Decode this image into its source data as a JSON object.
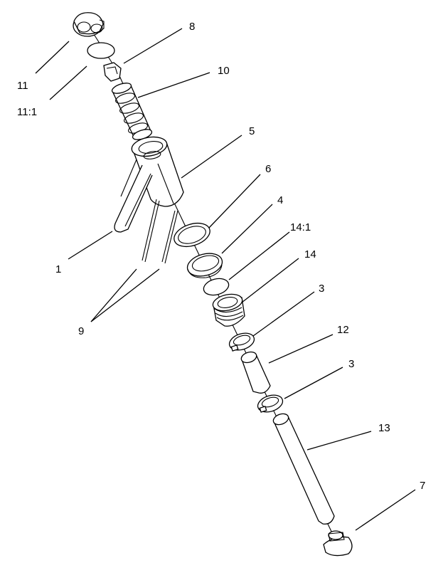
{
  "callouts": {
    "c11": "11",
    "c11_1": "11:1",
    "c8": "8",
    "c10": "10",
    "c5": "5",
    "c6": "6",
    "c4": "4",
    "c14_1": "14:1",
    "c14": "14",
    "c1": "1",
    "c9": "9",
    "c3a": "3",
    "c12": "12",
    "c3b": "3",
    "c13": "13",
    "c7": "7"
  },
  "colors": {
    "line": "#000000",
    "background": "#ffffff"
  }
}
